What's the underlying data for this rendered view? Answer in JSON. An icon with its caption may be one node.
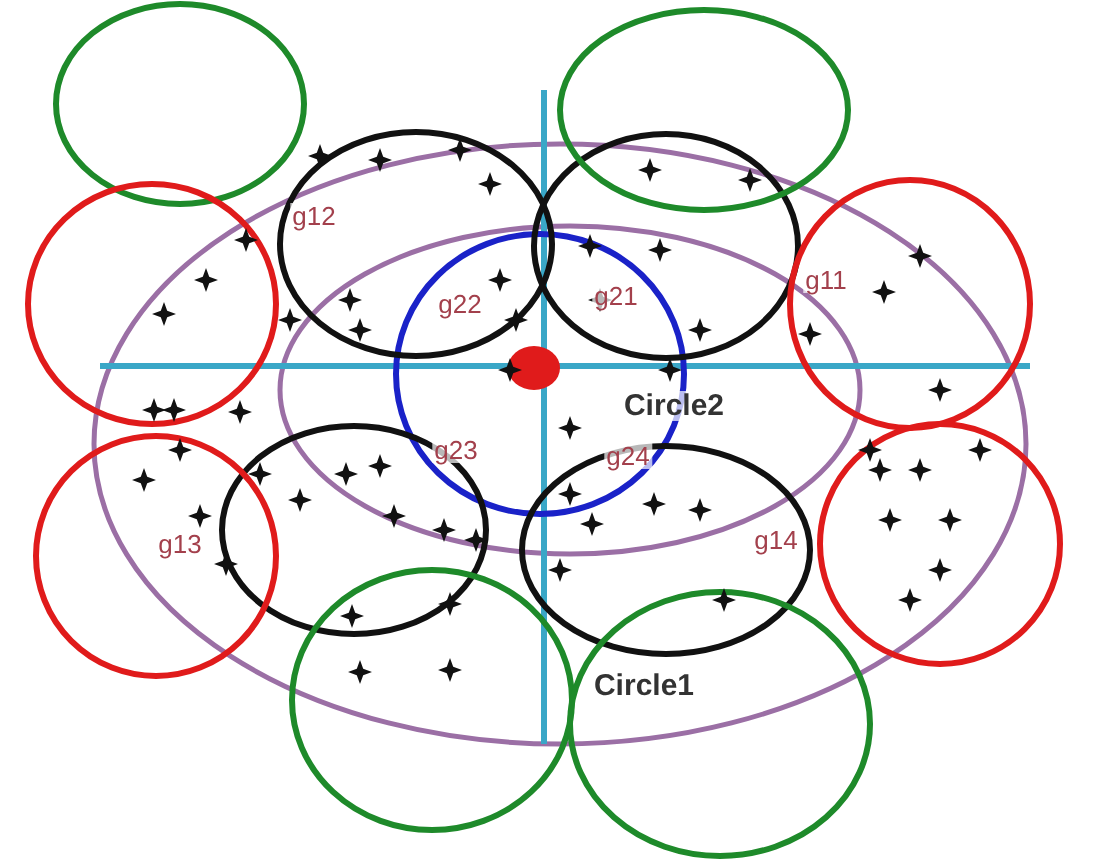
{
  "diagram": {
    "labels": [
      "g12",
      "g11",
      "g22",
      "g21",
      "Circle2",
      "g23",
      "g24",
      "g13",
      "g14",
      "Circle1"
    ]
  }
}
